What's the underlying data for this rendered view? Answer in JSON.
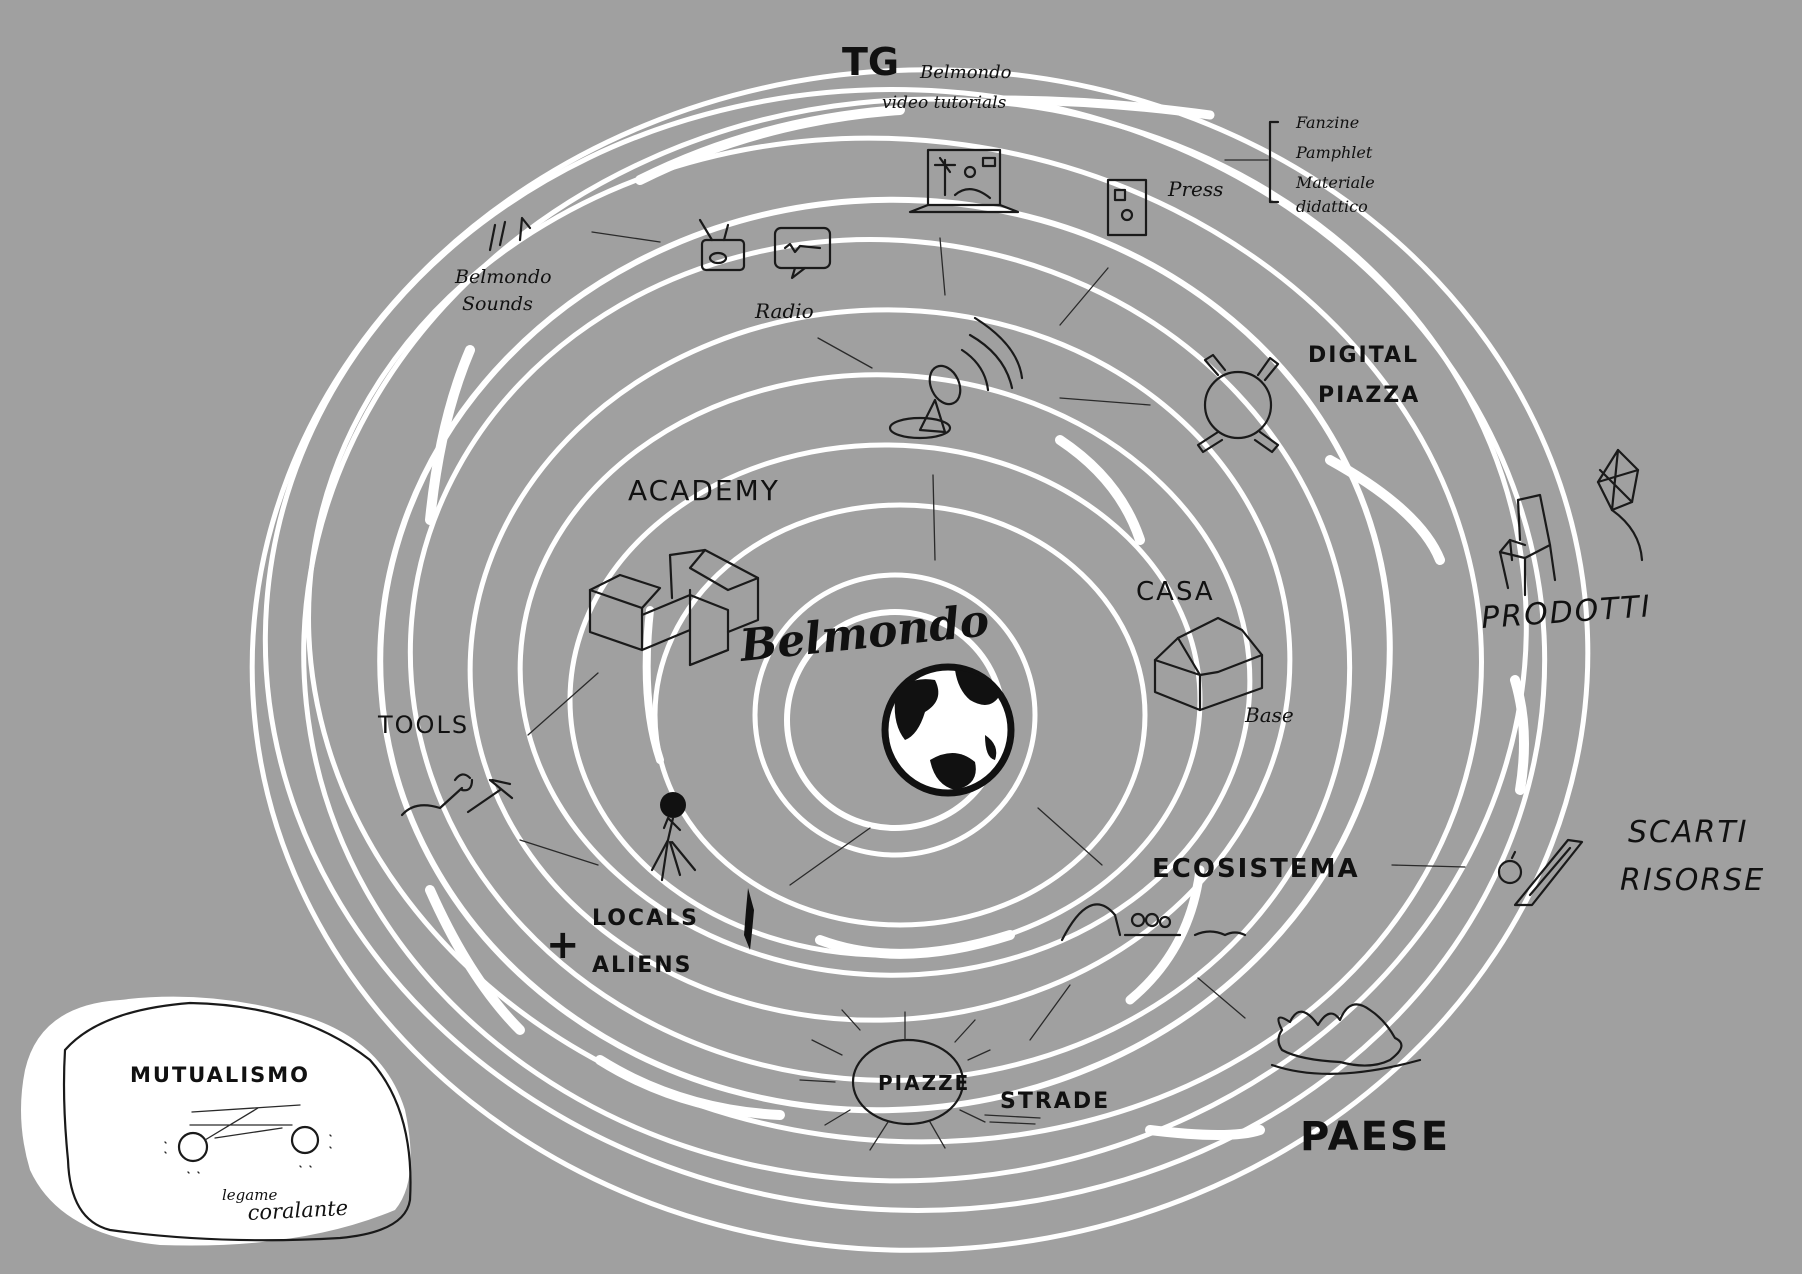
{
  "center": {
    "title": "Belmondo"
  },
  "nodes": {
    "tg": {
      "title": "TG",
      "subtitle": "Belmondo",
      "caption": "video tutorials"
    },
    "press": {
      "label": "Press",
      "items": [
        "Fanzine",
        "Pamphlet",
        "Materiale",
        "didattico"
      ]
    },
    "sounds": {
      "line1": "Belmondo",
      "line2": "Sounds"
    },
    "radio": {
      "label": "Radio"
    },
    "digital_piazza": {
      "line1": "DIGITAL",
      "line2": "PIAZZA"
    },
    "academy": {
      "label": "ACADEMY"
    },
    "casa": {
      "label": "CASA",
      "sub": "Base"
    },
    "prodotti": {
      "label": "PRODOTTI"
    },
    "tools": {
      "label": "TOOLS"
    },
    "locals_aliens": {
      "plus": "+",
      "line1": "LOCALS",
      "line2": "ALIENS"
    },
    "ecosistema": {
      "label": "ECOSISTEMA"
    },
    "scarti_risorse": {
      "line1": "SCARTI",
      "line2": "RISORSE"
    },
    "piazze": {
      "label": "PIAZZE"
    },
    "strade": {
      "label": "STRADE"
    },
    "paese": {
      "label": "PAESE"
    }
  },
  "inset": {
    "title": "MUTUALISMO",
    "line1": "legame",
    "line2": "coralante"
  },
  "colors": {
    "background": "#a0a0a0",
    "rings": "#ffffff",
    "ink": "#111111"
  }
}
